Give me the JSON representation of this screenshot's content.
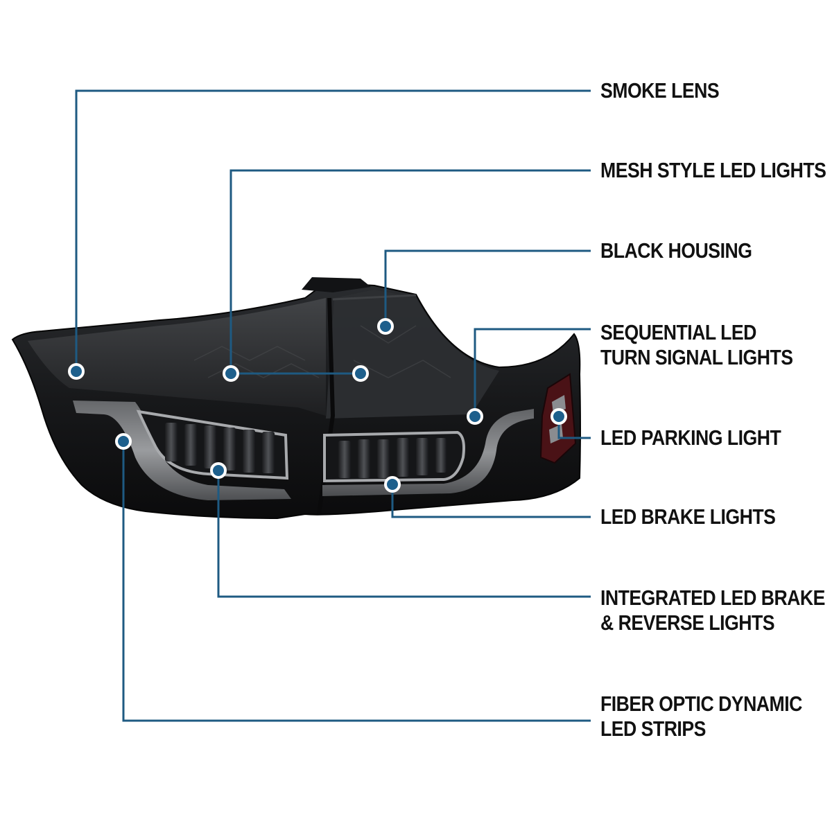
{
  "colors": {
    "callout_line": "#1e5a82",
    "callout_dot_fill": "#1d5f8c",
    "callout_dot_ring": "#ffffff",
    "housing_dark": "#0e0f11",
    "housing_mid": "#26282b",
    "smoke_lens": "#3a3b3e",
    "light_bar": "#9a9c9f",
    "parking_red": "#5a1418",
    "label_text": "#111111",
    "background": "#ffffff"
  },
  "callouts": [
    {
      "id": "smoke-lens",
      "lines": [
        "SMOKE LENS"
      ]
    },
    {
      "id": "mesh-style-led-lights",
      "lines": [
        "MESH STYLE LED LIGHTS"
      ]
    },
    {
      "id": "black-housing",
      "lines": [
        "BLACK HOUSING"
      ]
    },
    {
      "id": "sequential-led-turn-signal-lights",
      "lines": [
        "SEQUENTIAL LED",
        "TURN SIGNAL LIGHTS"
      ]
    },
    {
      "id": "led-parking-light",
      "lines": [
        "LED PARKING LIGHT"
      ]
    },
    {
      "id": "led-brake-lights",
      "lines": [
        "LED BRAKE LIGHTS"
      ]
    },
    {
      "id": "integrated-led-brake-reverse-lights",
      "lines": [
        "INTEGRATED LED BRAKE",
        "& REVERSE LIGHTS"
      ]
    },
    {
      "id": "fiber-optic-dynamic-led-strips",
      "lines": [
        "FIBER OPTIC DYNAMIC",
        "LED STRIPS"
      ]
    }
  ]
}
